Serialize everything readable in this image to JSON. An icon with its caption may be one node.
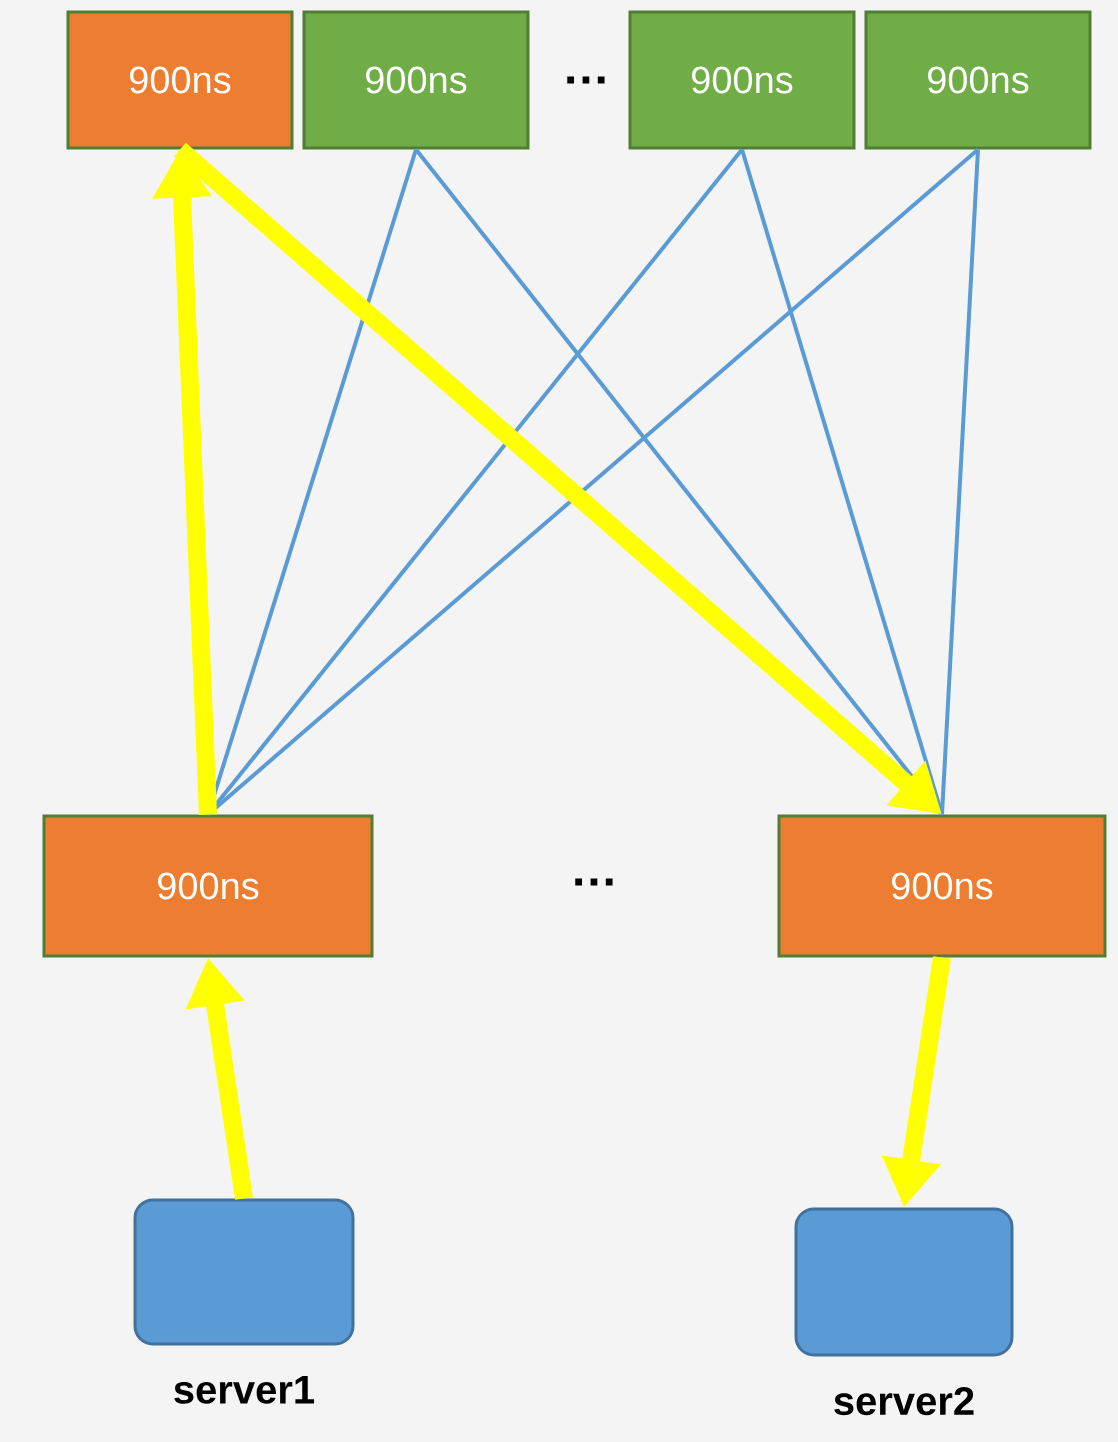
{
  "diagram": {
    "nodes": [
      {
        "text": [
          "900ns"
        ]
      },
      {
        "text": [
          "900ns"
        ]
      },
      {
        "text": [
          "900ns"
        ]
      },
      {
        "text": [
          "900ns"
        ]
      },
      {
        "text": [
          "900ns"
        ]
      },
      {
        "text": [
          "900ns"
        ]
      },
      {
        "text": [
          "server1"
        ]
      },
      {
        "text": [
          "server2"
        ]
      }
    ],
    "edges": [
      {
        "from": 1,
        "to": 4,
        "arrow": "none"
      },
      {
        "from": 1,
        "to": 5,
        "arrow": "none"
      },
      {
        "from": 2,
        "to": 4,
        "arrow": "none"
      },
      {
        "from": 2,
        "to": 5,
        "arrow": "none"
      },
      {
        "from": 3,
        "to": 4,
        "arrow": "none"
      },
      {
        "from": 3,
        "to": 5,
        "arrow": "none"
      },
      {
        "from": 4,
        "to": 0,
        "arrow": "to",
        "style": "thick",
        "color": "#ffff00"
      },
      {
        "from": 0,
        "to": 5,
        "arrow": "to",
        "style": "thick",
        "color": "#ffff00"
      },
      {
        "from": 6,
        "to": 4,
        "arrow": "to",
        "style": "thick",
        "color": "#ffff00"
      },
      {
        "from": 5,
        "to": 7,
        "arrow": "to",
        "style": "thick",
        "color": "#ffff00"
      }
    ],
    "labels": [
      "…",
      "…"
    ]
  }
}
